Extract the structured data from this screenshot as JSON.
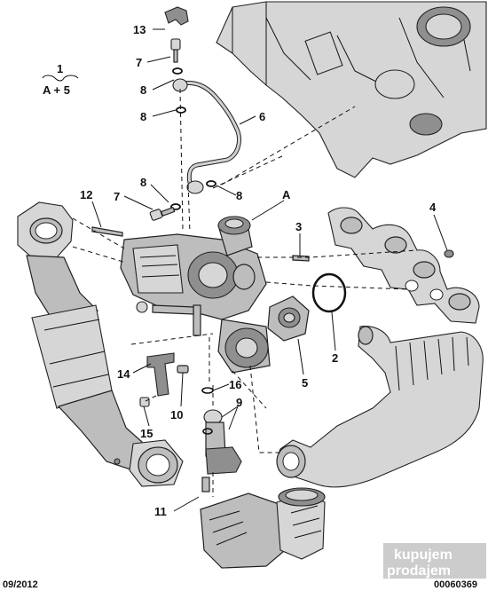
{
  "labels": [
    {
      "id": "13",
      "text": "13"
    },
    {
      "id": "7a",
      "text": "7"
    },
    {
      "id": "8a",
      "text": "8"
    },
    {
      "id": "8b",
      "text": "8"
    },
    {
      "id": "6",
      "text": "6"
    },
    {
      "id": "1",
      "text": "1"
    },
    {
      "id": "a5",
      "text": "A + 5"
    },
    {
      "id": "12",
      "text": "12"
    },
    {
      "id": "7b",
      "text": "7"
    },
    {
      "id": "8c",
      "text": "8"
    },
    {
      "id": "8d",
      "text": "8"
    },
    {
      "id": "A",
      "text": "A"
    },
    {
      "id": "3",
      "text": "3"
    },
    {
      "id": "4",
      "text": "4"
    },
    {
      "id": "2",
      "text": "2"
    },
    {
      "id": "5",
      "text": "5"
    },
    {
      "id": "14",
      "text": "14"
    },
    {
      "id": "10",
      "text": "10"
    },
    {
      "id": "16",
      "text": "16"
    },
    {
      "id": "9",
      "text": "9"
    },
    {
      "id": "15",
      "text": "15"
    },
    {
      "id": "11",
      "text": "11"
    }
  ],
  "footer": {
    "date": "09/2012",
    "code": "00060369"
  },
  "watermark": {
    "line1": "kupujem",
    "line2": "prodajem"
  }
}
